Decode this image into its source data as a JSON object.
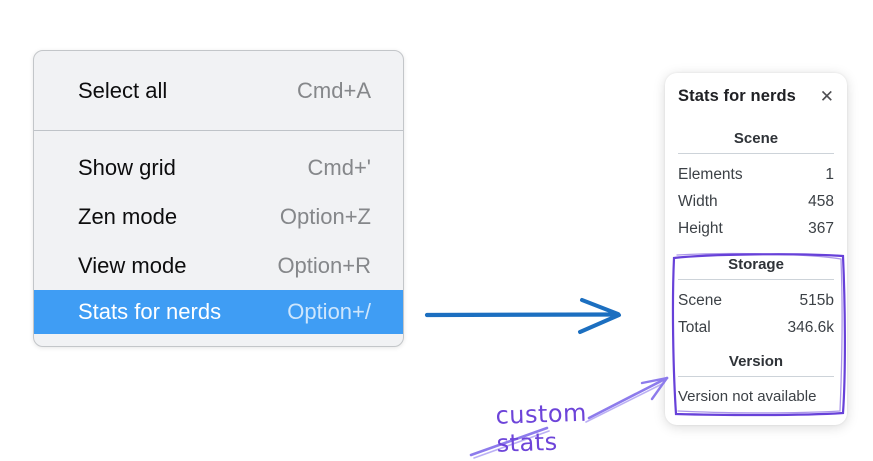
{
  "menu": {
    "items": [
      {
        "label": "Select all",
        "shortcut": "Cmd+A"
      },
      {
        "label": "Show grid",
        "shortcut": "Cmd+'"
      },
      {
        "label": "Zen mode",
        "shortcut": "Option+Z"
      },
      {
        "label": "View mode",
        "shortcut": "Option+R"
      },
      {
        "label": "Stats for nerds",
        "shortcut": "Option+/",
        "highlighted": true
      }
    ]
  },
  "stats_panel": {
    "title": "Stats for nerds",
    "close_icon": "✕",
    "sections": [
      {
        "heading": "Scene",
        "rows": [
          [
            "Elements",
            "1"
          ],
          [
            "Width",
            "458"
          ],
          [
            "Height",
            "367"
          ]
        ]
      },
      {
        "heading": "Storage",
        "rows": [
          [
            "Scene",
            "515b"
          ],
          [
            "Total",
            "346.6k"
          ]
        ]
      },
      {
        "heading": "Version",
        "note": "Version not available"
      }
    ]
  },
  "annotation": {
    "label": "custom stats"
  },
  "colors": {
    "menu_highlight": "#3f9df4",
    "arrow_blue": "#1c6fc0",
    "annotation_purple": "#6741d9"
  }
}
